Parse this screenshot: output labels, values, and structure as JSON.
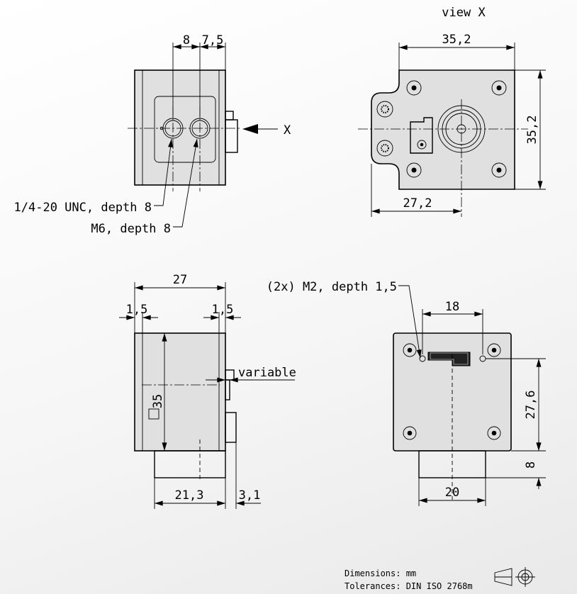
{
  "views": {
    "top_right": {
      "title": "view X",
      "width": "35,2",
      "height": "35,2",
      "offset": "27,2"
    },
    "top_left": {
      "spacing_a": "8",
      "spacing_b": "7,5",
      "direction": "X",
      "thread_1": "1/4-20 UNC, depth 8",
      "thread_2": "M6, depth 8"
    },
    "bottom_left": {
      "length": "27",
      "wall_left": "1,5",
      "wall_right": "1,5",
      "variable": "variable",
      "square": "35",
      "foot": "21,3",
      "protrusion": "3,1"
    },
    "bottom_right": {
      "mount_holes": "(2x) M2, depth 1,5",
      "hole_spacing": "18",
      "height": "27,6",
      "foot_height": "8",
      "foot_width": "20"
    }
  },
  "footer": {
    "dimensions": "Dimensions: mm",
    "tolerances": "Tolerances: DIN ISO 2768m",
    "projection_symbol": "first-angle-projection-icon"
  }
}
